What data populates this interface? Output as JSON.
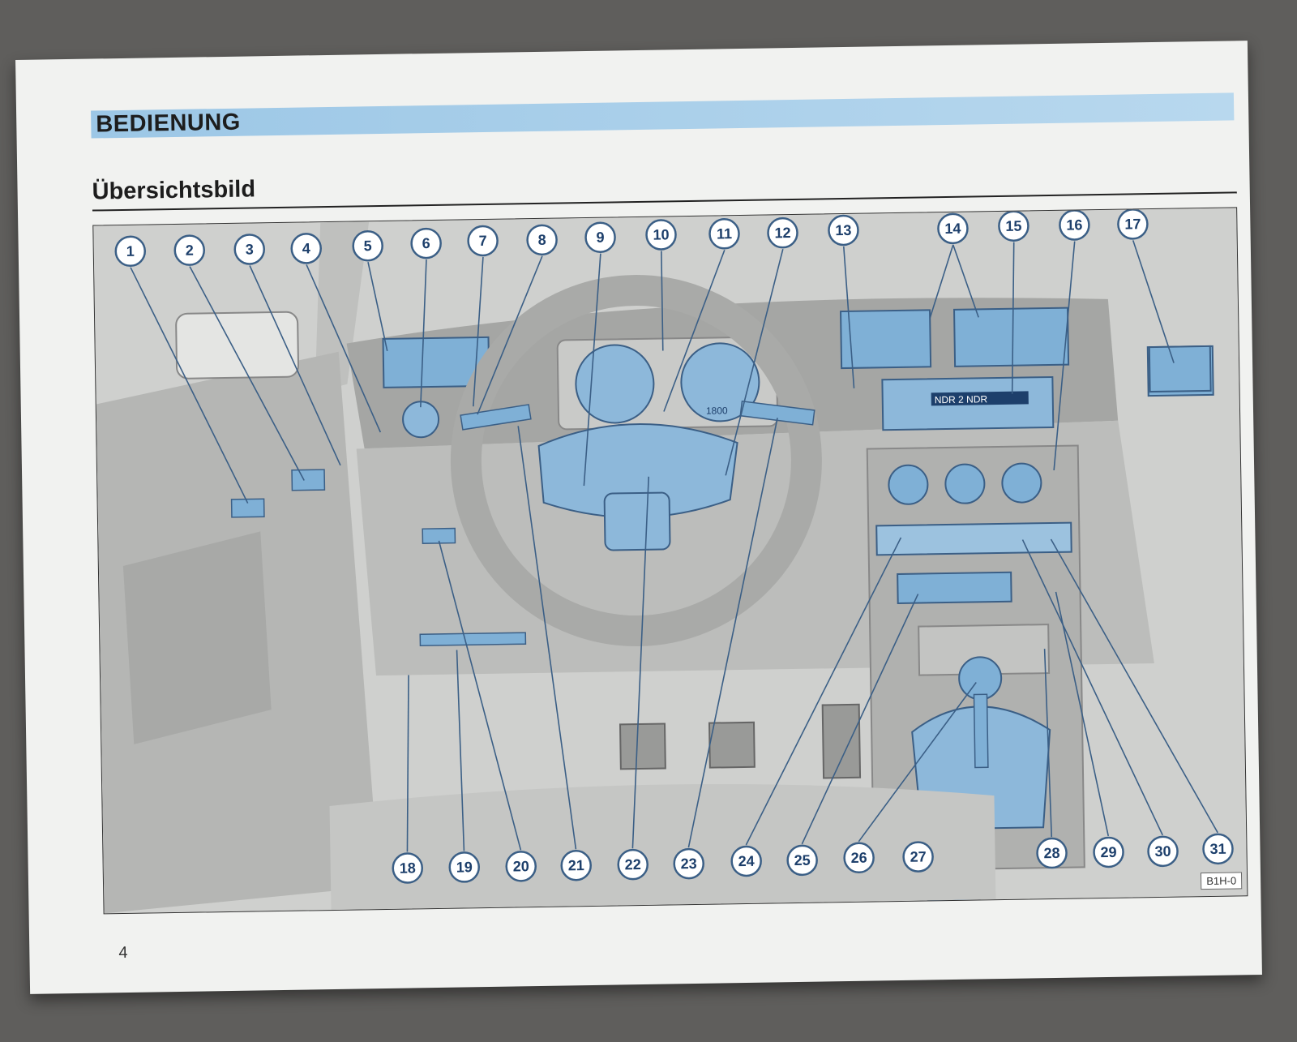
{
  "header": {
    "section_title": "BEDIENUNG"
  },
  "subtitle": "Übersichtsbild",
  "figure": {
    "code": "B1H-0",
    "radio_display": "NDR 2  NDR",
    "odometer": "1800",
    "callouts_top": [
      "1",
      "2",
      "3",
      "4",
      "5",
      "6",
      "7",
      "8",
      "9",
      "10",
      "11",
      "12",
      "13",
      "14",
      "15",
      "16",
      "17"
    ],
    "callouts_bottom": [
      "18",
      "19",
      "20",
      "21",
      "22",
      "23",
      "24",
      "25",
      "26",
      "27",
      "28",
      "29",
      "30",
      "31"
    ]
  },
  "page_number": "4",
  "colors": {
    "accent": "#9cc7e6",
    "callout": "#1d3f6b",
    "highlight": "#7fb0d6"
  }
}
